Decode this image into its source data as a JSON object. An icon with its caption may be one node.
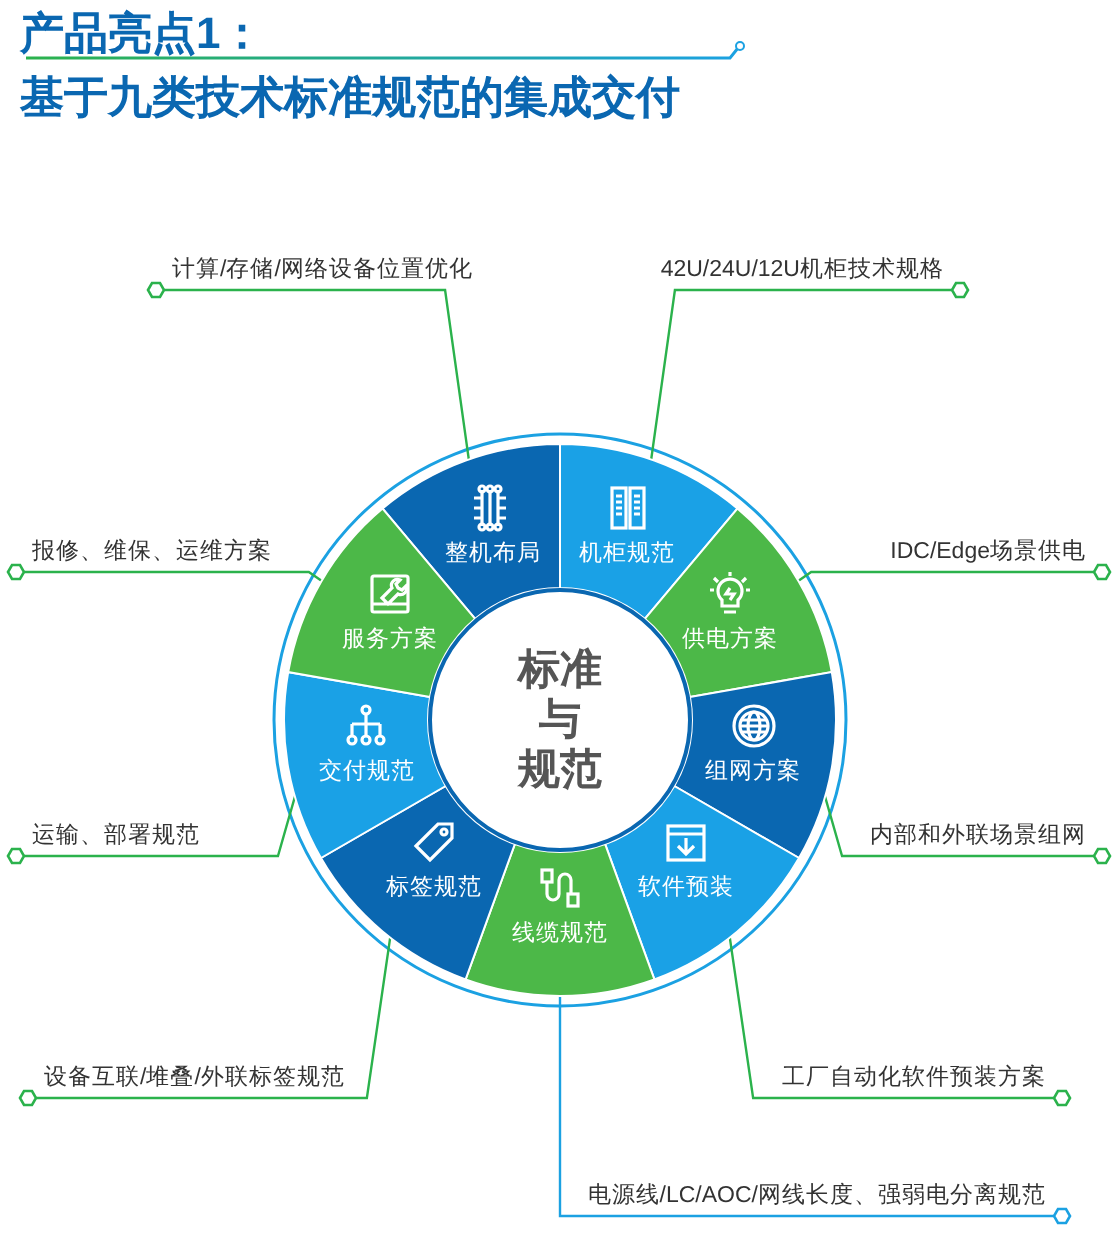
{
  "diagram": {
    "title": "产品亮点1：",
    "nodes": [
      {
        "text": [
          "标准与规范"
        ]
      },
      {
        "text": [
          "整机布局"
        ]
      },
      {
        "text": [
          "机柜规范"
        ]
      },
      {
        "text": [
          "供电方案"
        ]
      },
      {
        "text": [
          "组网方案"
        ]
      },
      {
        "text": [
          "软件预装"
        ]
      },
      {
        "text": [
          "线缆规范"
        ]
      },
      {
        "text": [
          "标签规范"
        ]
      },
      {
        "text": [
          "交付规范"
        ]
      },
      {
        "text": [
          "服务方案"
        ]
      },
      {
        "text": [
          "计算/存储/网络设备位置优化"
        ]
      },
      {
        "text": [
          "42U/24U/12U机柜技术规格"
        ]
      },
      {
        "text": [
          "报修、维保、运维方案"
        ]
      },
      {
        "text": [
          "IDC/Edge场景供电"
        ]
      },
      {
        "text": [
          "运输、部署规范"
        ]
      },
      {
        "text": [
          "内部和外联场景组网"
        ]
      },
      {
        "text": [
          "设备互联/堆叠/外联标签规范"
        ]
      },
      {
        "text": [
          "工厂自动化软件预装方案"
        ]
      },
      {
        "text": [
          "电源线/LC/AOC/网线长度、强弱电分离规范"
        ]
      }
    ],
    "edges": [
      {
        "from": 10,
        "to": 1,
        "arrow": "other"
      },
      {
        "from": 11,
        "to": 2,
        "arrow": "other"
      },
      {
        "from": 12,
        "to": 9,
        "arrow": "other"
      },
      {
        "from": 13,
        "to": 3,
        "arrow": "other"
      },
      {
        "from": 14,
        "to": 8,
        "arrow": "other"
      },
      {
        "from": 15,
        "to": 4,
        "arrow": "other"
      },
      {
        "from": 16,
        "to": 7,
        "arrow": "other"
      },
      {
        "from": 17,
        "to": 5,
        "arrow": "other"
      },
      {
        "from": 18,
        "to": 6,
        "arrow": "other",
        "color": "#1ba1e2"
      }
    ],
    "labels": [
      "基于九类技术标准规范的集成交付"
    ]
  }
}
